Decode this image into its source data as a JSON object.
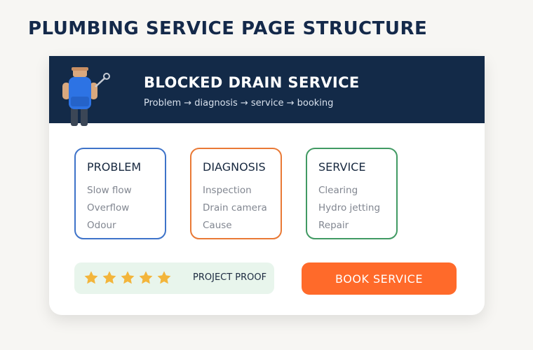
{
  "page": {
    "title": "PLUMBING SERVICE PAGE STRUCTURE"
  },
  "banner": {
    "title": "BLOCKED DRAIN SERVICE",
    "subtitle": "Problem → diagnosis → service → booking",
    "illustration": "plumber-with-wrench"
  },
  "steps": [
    {
      "title": "PROBLEM",
      "items": [
        "Slow flow",
        "Overflow",
        "Odour"
      ],
      "color": "#3e73c9"
    },
    {
      "title": "DIAGNOSIS",
      "items": [
        "Inspection",
        "Drain camera",
        "Cause"
      ],
      "color": "#e97935"
    },
    {
      "title": "SERVICE",
      "items": [
        "Clearing",
        "Hydro jetting",
        "Repair"
      ],
      "color": "#419a63"
    }
  ],
  "proof": {
    "rating": 5,
    "max_rating": 5,
    "label": "PROJECT PROOF",
    "star_color": "#f3b53b"
  },
  "cta": {
    "label": "BOOK SERVICE",
    "color": "#ff6a2a"
  },
  "colors": {
    "banner": "#132a48",
    "title": "#14294a"
  }
}
